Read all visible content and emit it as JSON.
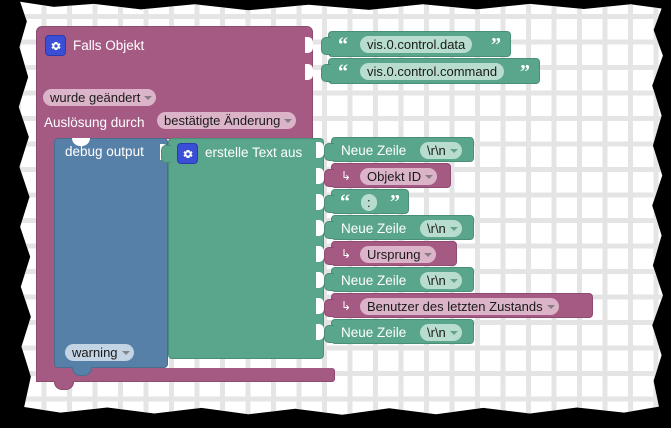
{
  "app": {
    "editor": "blockly-workspace",
    "background": "#ffffff",
    "grid_dot_color": "#cfcfcf"
  },
  "colors": {
    "event_block": "#a55a83",
    "text_block": "#5aa68d",
    "debug_block": "#5780a8",
    "field_pink": "#dcb4c9",
    "field_green": "#b8ddcf",
    "field_blue": "#c3d4e4",
    "gear_icon": "#3b4fd6"
  },
  "event_block": {
    "gear_icon": "gear-icon",
    "title": "Falls Objekt",
    "condition_field": "wurde geändert",
    "trigger_label": "Auslösung durch",
    "trigger_field": "bestätigte Änderung"
  },
  "object_inputs": [
    {
      "quote_open": "“",
      "value": "vis.0.control.data",
      "quote_close": "”"
    },
    {
      "quote_open": "“",
      "value": "vis.0.control.command",
      "quote_close": "”"
    }
  ],
  "debug_block": {
    "label": "debug output",
    "level_field": "warning"
  },
  "text_join_block": {
    "gear_icon": "gear-icon",
    "label": "erstelle Text aus"
  },
  "join_items": [
    {
      "kind": "newline",
      "label": "Neue Zeile",
      "field": "\\r\\n"
    },
    {
      "kind": "variable",
      "arrow": "↳",
      "field": "Objekt ID"
    },
    {
      "kind": "string",
      "quote_open": "“",
      "field": ":",
      "quote_close": "”"
    },
    {
      "kind": "newline",
      "label": "Neue Zeile",
      "field": "\\r\\n"
    },
    {
      "kind": "variable",
      "arrow": "↳",
      "field": "Ursprung"
    },
    {
      "kind": "newline",
      "label": "Neue Zeile",
      "field": "\\r\\n"
    },
    {
      "kind": "variable",
      "arrow": "↳",
      "field": "Benutzer des letzten Zustands"
    },
    {
      "kind": "newline",
      "label": "Neue Zeile",
      "field": "\\r\\n"
    }
  ]
}
